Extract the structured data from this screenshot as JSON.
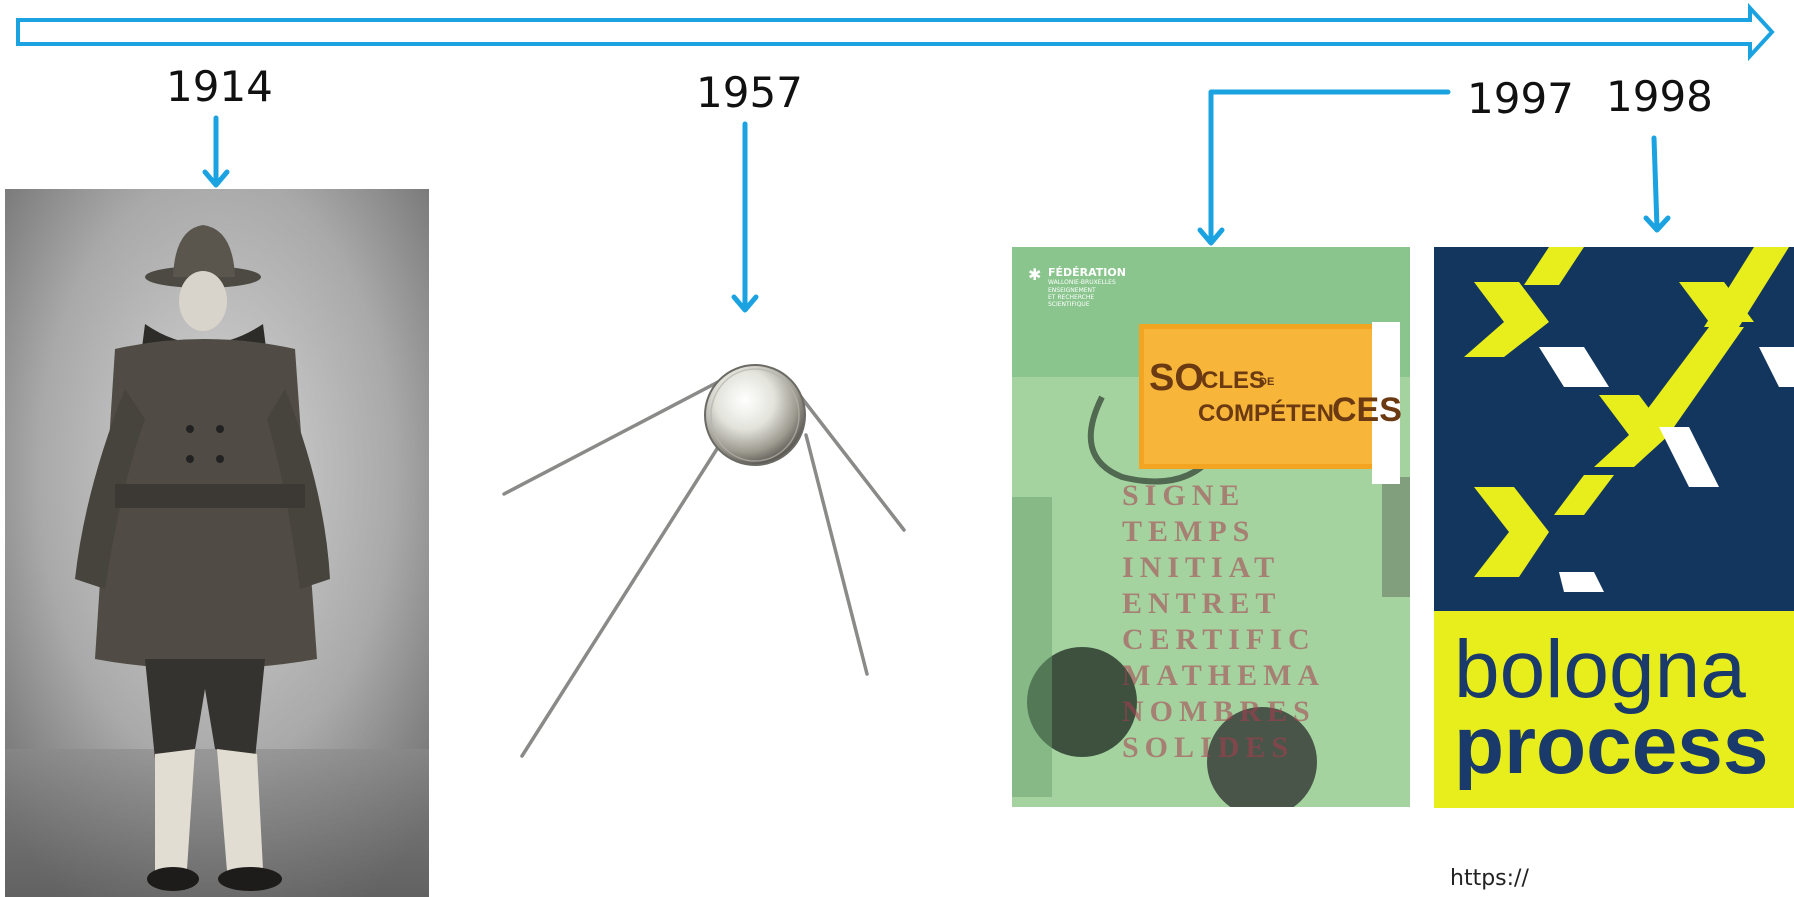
{
  "timeline": {
    "accent_color": "#1aa3e0",
    "years": [
      "1914",
      "1957",
      "1997",
      "1998"
    ]
  },
  "photo_1914": {
    "icon": "soldier-portrait-photo"
  },
  "photo_1957": {
    "icon": "sputnik-satellite-photo"
  },
  "cover_1997": {
    "icon": "socles-de-competences-cover",
    "publisher_line1": "FÉDÉRATION",
    "publisher_line2": "WALLONIE-BRUXELLES",
    "publisher_line3": "ENSEIGNEMENT",
    "publisher_line4": "ET RECHERCHE",
    "publisher_line5": "SCIENTIFIQUE",
    "title_socles": "SO",
    "title_cles": "CLES",
    "title_de": "DE",
    "title_compe": "COMPÉTEN",
    "title_ces": "CES",
    "background_words": [
      "SIGNE",
      "TEMPS",
      "INITIAT",
      "ENTRET",
      "CERTIFIC",
      "MATHEMA",
      "NOMBRES",
      "SOLIDES"
    ]
  },
  "logo_1998": {
    "icon": "bologna-process-logo",
    "word1": "bologna",
    "word2": "process",
    "navy": "#13365e",
    "yellow": "#e8ee1c"
  },
  "footer": {
    "url_fragment": "https://"
  }
}
